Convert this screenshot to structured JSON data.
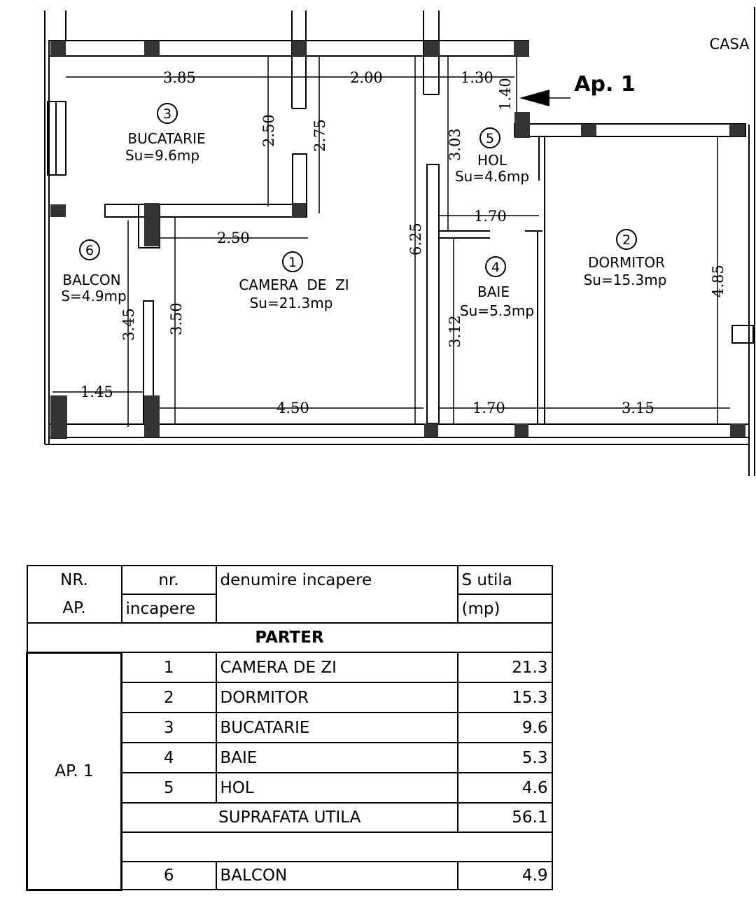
{
  "plan": {
    "building_label": "CASA",
    "apartment_label": "Ap. 1",
    "rooms": [
      {
        "num": "1",
        "name": "CAMERA  DE  ZI",
        "area": "Su=21.3mp"
      },
      {
        "num": "2",
        "name": "DORMITOR",
        "area": "Su=15.3mp"
      },
      {
        "num": "3",
        "name": "BUCATARIE",
        "area": "Su=9.6mp"
      },
      {
        "num": "4",
        "name": "BAIE",
        "area": "Su=5.3mp"
      },
      {
        "num": "5",
        "name": "HOL",
        "area": "Su=4.6mp"
      },
      {
        "num": "6",
        "name": "BALCON",
        "area": "S=4.9mp"
      }
    ],
    "dimensions": {
      "top_kitchen": "3.85",
      "top_mid": "2.00",
      "top_hall": "1.30",
      "entry": "1.40",
      "kitchen_h1": "2.50",
      "kitchen_h2": "2.75",
      "hall_h": "3.03",
      "hall_w": "1.70",
      "living_w_top": "2.50",
      "total_h": "6.25",
      "living_h": "3.50",
      "balcony_h": "3.45",
      "balcony_w": "1.45",
      "living_w": "4.50",
      "bath_h": "3.12",
      "bath_w": "1.70",
      "bedroom_w": "3.15",
      "bedroom_h": "4.85"
    }
  },
  "table": {
    "headers": {
      "nr_ap_1": "NR.",
      "nr_ap_2": "AP.",
      "nr_inc_1": "nr.",
      "nr_inc_2": "incapere",
      "name": "denumire incapere",
      "area_1": "S utila",
      "area_2": "(mp)"
    },
    "section": "PARTER",
    "apartment": "AP. 1",
    "rows": [
      {
        "nr": "1",
        "name": "CAMERA DE ZI",
        "area": "21.3"
      },
      {
        "nr": "2",
        "name": "DORMITOR",
        "area": "15.3"
      },
      {
        "nr": "3",
        "name": "BUCATARIE",
        "area": "9.6"
      },
      {
        "nr": "4",
        "name": "BAIE",
        "area": "5.3"
      },
      {
        "nr": "5",
        "name": "HOL",
        "area": "4.6"
      }
    ],
    "total_label": "SUPRAFATA UTILA",
    "total_value": "56.1",
    "balcony": {
      "nr": "6",
      "name": "BALCON",
      "area": "4.9"
    }
  }
}
